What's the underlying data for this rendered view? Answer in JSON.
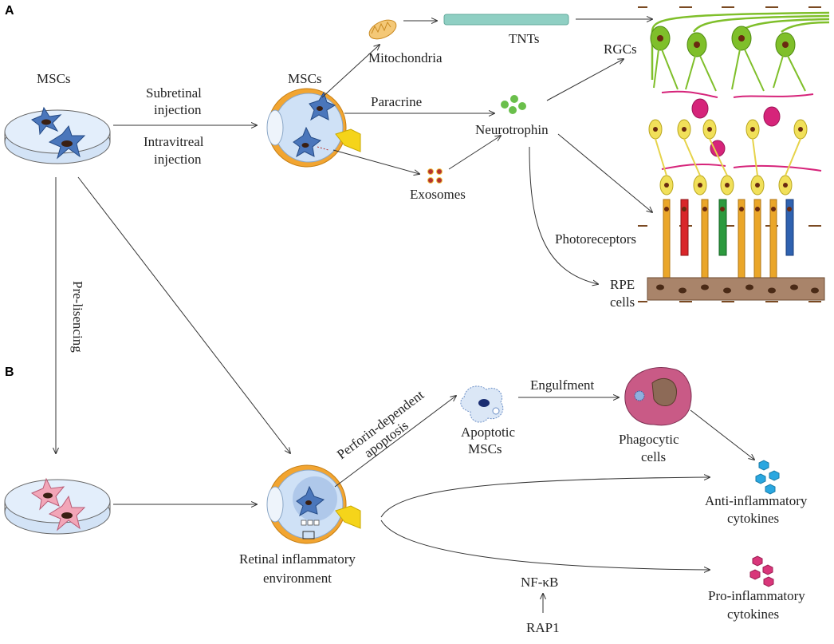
{
  "panels": {
    "a": "A",
    "b": "B"
  },
  "labels": {
    "mscs_dish": "MSCs",
    "mscs_eye": "MSCs",
    "subretinal_1": "Subretinal",
    "subretinal_2": "injection",
    "intravitreal_1": "Intravitreal",
    "intravitreal_2": "injection",
    "mitochondria": "Mitochondria",
    "tnts": "TNTs",
    "paracrine": "Paracrine",
    "neurotrophin": "Neurotrophin",
    "exosomes": "Exosomes",
    "rgcs": "RGCs",
    "photoreceptors": "Photoreceptors",
    "rpe_1": "RPE",
    "rpe_2": "cells",
    "pre_licensing": "Pre-lisencing",
    "perforin_1": "Perforin-dependent",
    "perforin_2": "apoptosis",
    "apoptotic_1": "Apoptotic",
    "apoptotic_2": "MSCs",
    "engulfment": "Engulfment",
    "phagocytic_1": "Phagocytic",
    "phagocytic_2": "cells",
    "retinal_1": "Retinal inflammatory",
    "retinal_2": "environment",
    "anti_1": "Anti-inflammatory",
    "anti_2": "cytokines",
    "pro_1": "Pro-inflammatory",
    "pro_2": "cytokines",
    "nfkb": "NF-κB",
    "rap1": "RAP1"
  },
  "colors": {
    "msc_blue": "#3b6fb5",
    "msc_pink": "#f2a6b8",
    "dish": "#cfe0f5",
    "eye_orange": "#f2a531",
    "tnt": "#8fcfc3",
    "neurotrophin": "#6abf4b",
    "exosome": "#b5332e",
    "rgc_green": "#7fbf2a",
    "bipolar_yellow": "#f1e05a",
    "amacrine_magenta": "#d6247a",
    "cone_red": "#d9262a",
    "cone_green": "#2c9a3e",
    "cone_blue": "#2f62b0",
    "rod_orange": "#eaa629",
    "rpe_brown": "#a9846a",
    "anti_hex": "#2aa7e0",
    "pro_hex": "#d9367a",
    "phagocyte": "#c95a86"
  }
}
